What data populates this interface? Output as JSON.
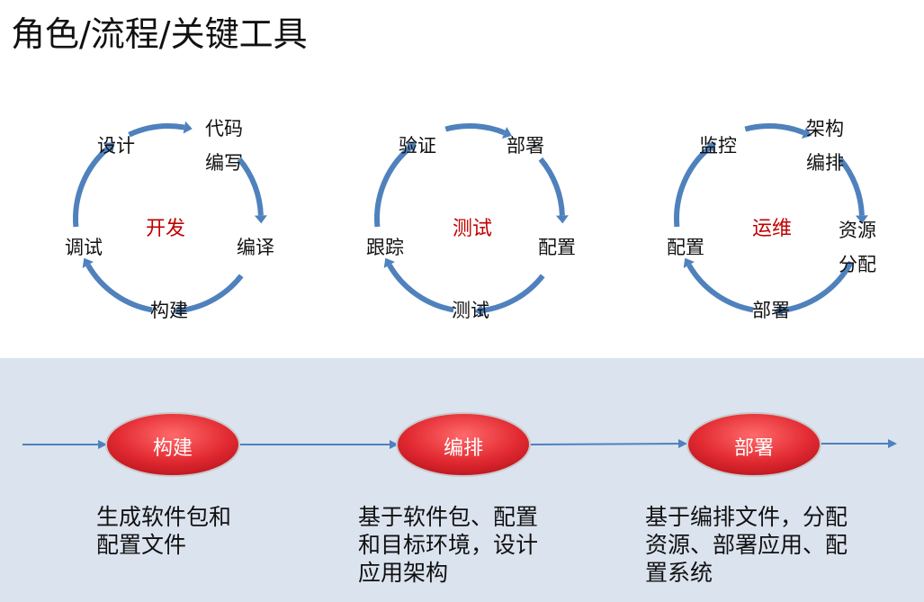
{
  "title": "角色/流程/关键工具",
  "cycles": [
    {
      "center": "开发",
      "labels": [
        "设计",
        "代码",
        "编写",
        "编译",
        "构建",
        "调试"
      ]
    },
    {
      "center": "测试",
      "labels": [
        "验证",
        "部署",
        "配置",
        "测试",
        "跟踪"
      ]
    },
    {
      "center": "运维",
      "labels": [
        "监控",
        "架构",
        "编排",
        "资源",
        "分配",
        "部署",
        "配置"
      ]
    }
  ],
  "flow": {
    "nodes": [
      "构建",
      "编排",
      "部署"
    ],
    "descriptions": [
      [
        "生成软件包和",
        "配置文件"
      ],
      [
        "基于软件包、配置",
        "和目标环境，设计",
        "应用架构"
      ],
      [
        "基于编排文件，分配",
        "资源、部署应用、配",
        "置系统"
      ]
    ],
    "colors": {
      "node_fill": "#e0303a",
      "arrow": "#4f81bd",
      "band": "#dbe3ef",
      "cycle_arrow": "#4f81bd",
      "center_text": "#c00000"
    }
  }
}
